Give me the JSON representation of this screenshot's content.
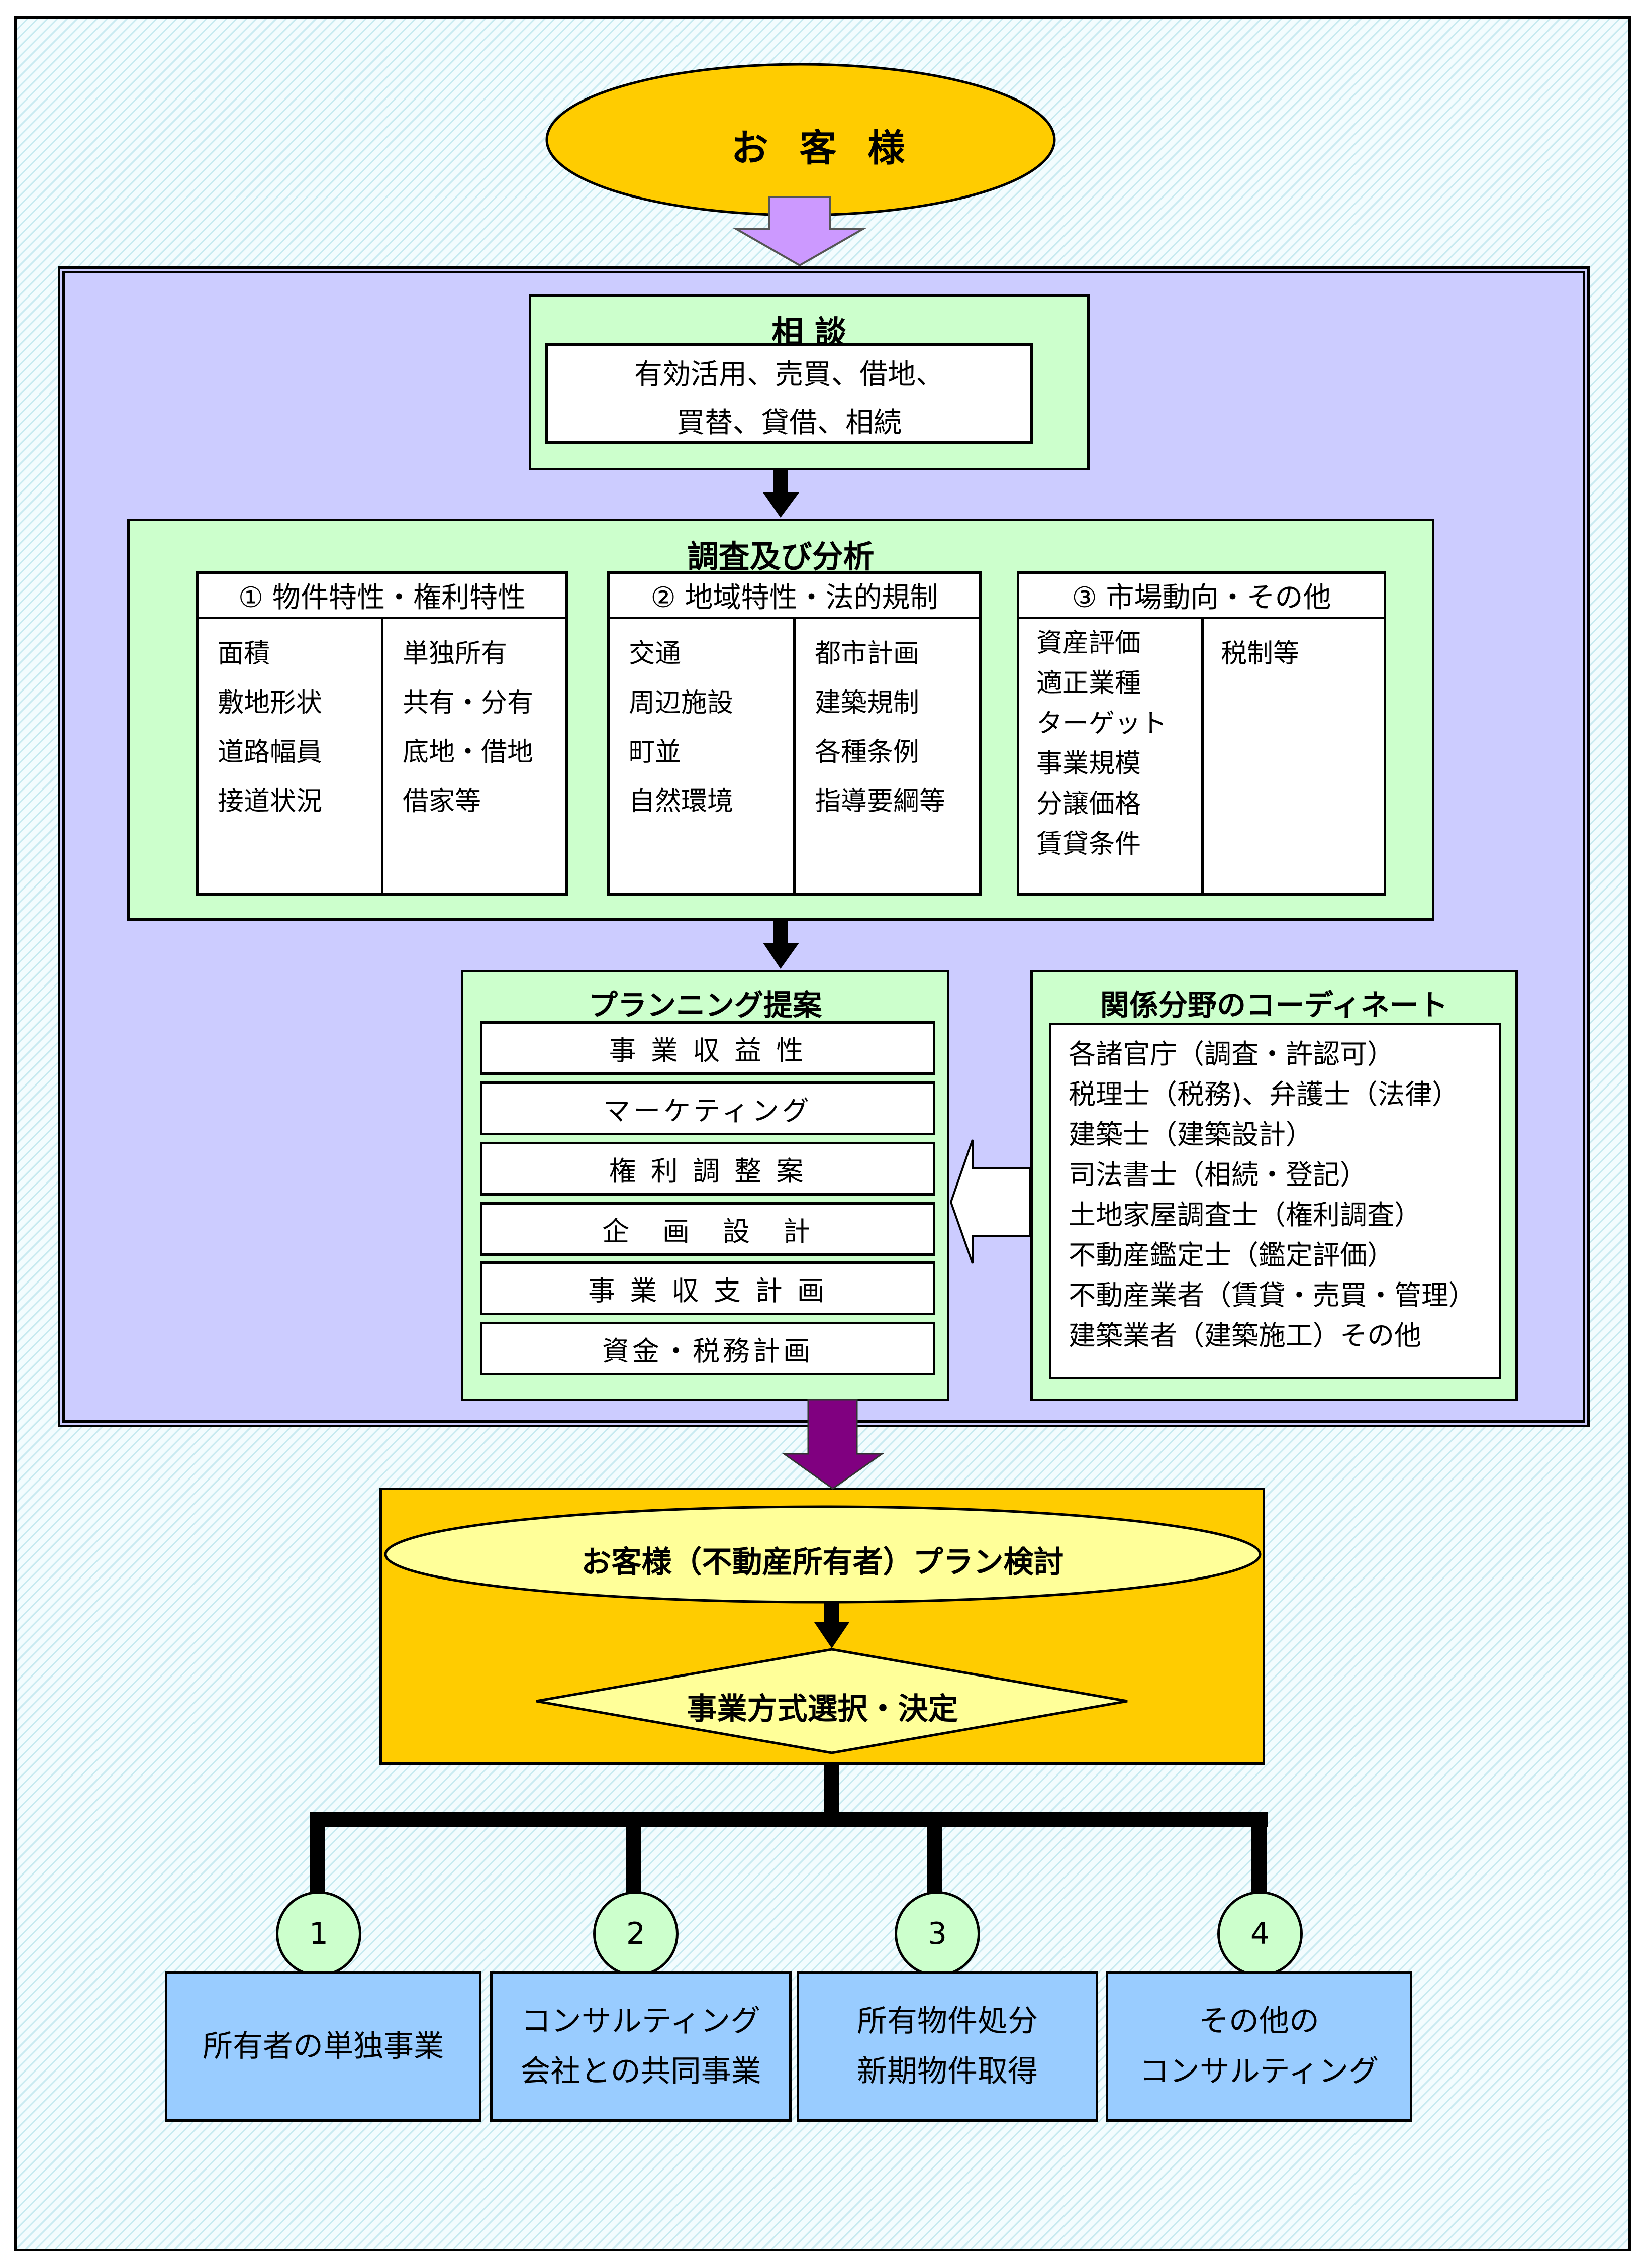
{
  "customer": "お 客 様",
  "consultation": {
    "title": "相 談",
    "lines": [
      "有効活用、売買、借地、",
      "買替、貸借、相続"
    ]
  },
  "survey": {
    "title": "調査及び分析",
    "groups": [
      {
        "header": "①  物件特性・権利特性",
        "left": [
          "面積",
          "敷地形状",
          "道路幅員",
          "接道状況"
        ],
        "right": [
          "単独所有",
          "共有・分有",
          "底地・借地",
          "借家等"
        ]
      },
      {
        "header": "②  地域特性・法的規制",
        "left": [
          "交通",
          "周辺施設",
          "町並",
          "自然環境"
        ],
        "right": [
          "都市計画",
          "建築規制",
          "各種条例",
          "指導要綱等"
        ]
      },
      {
        "header": "③  市場動向・その他",
        "left": [
          "資産評価",
          "適正業種",
          "ターゲット",
          "事業規模",
          "分譲価格",
          "賃貸条件"
        ],
        "right": [
          "税制等"
        ]
      }
    ]
  },
  "planning": {
    "title": "プランニング提案",
    "items": [
      "事 業 収 益 性",
      "マーケティング",
      "権 利 調 整 案",
      "企　画　設　計",
      "事 業 収 支 計 画",
      "資金・税務計画"
    ]
  },
  "coordination": {
    "title": "関係分野のコーディネート",
    "items": [
      "各諸官庁（調査・許認可）",
      "税理士（税務)、弁護士（法律）",
      "建築士（建築設計）",
      "司法書士（相続・登記）",
      "土地家屋調査士（権利調査）",
      "不動産鑑定士（鑑定評価）",
      "不動産業者（賃貸・売買・管理）",
      "建築業者（建築施工）その他"
    ]
  },
  "review": "お客様（不動産所有者）プラン検討",
  "decision": "事業方式選択・決定",
  "options": [
    {
      "number": "1",
      "lines": [
        "所有者の単独事業"
      ]
    },
    {
      "number": "2",
      "lines": [
        "コンサルティング",
        "会社との共同事業"
      ]
    },
    {
      "number": "3",
      "lines": [
        "所有物件処分",
        "新期物件取得"
      ]
    },
    {
      "number": "4",
      "lines": [
        "その他の",
        "コンサルティング"
      ]
    }
  ]
}
